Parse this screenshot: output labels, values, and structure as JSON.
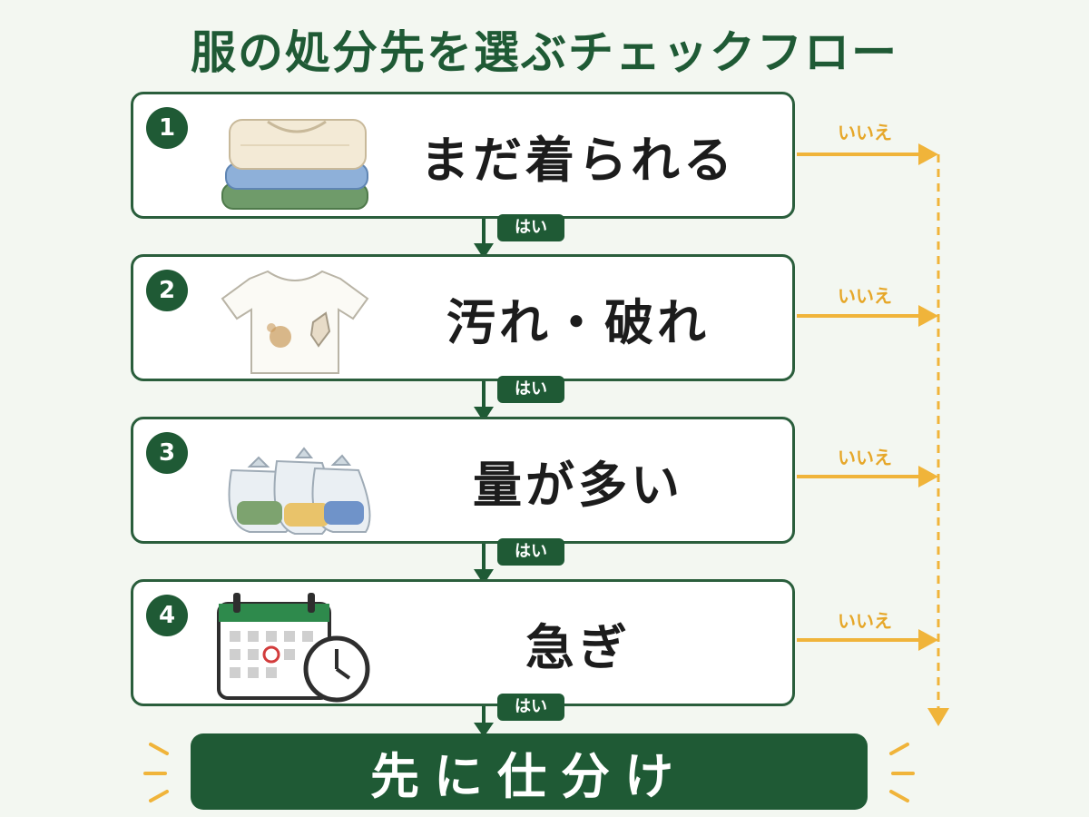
{
  "title": "服の処分先を選ぶチェックフロー",
  "steps": [
    {
      "number": "1",
      "label": "まだ着られる",
      "icon": "folded-clothes-icon"
    },
    {
      "number": "2",
      "label": "汚れ・破れ",
      "icon": "stained-tshirt-icon"
    },
    {
      "number": "3",
      "label": "量が多い",
      "icon": "clothing-bags-icon"
    },
    {
      "number": "4",
      "label": "急ぎ",
      "icon": "calendar-clock-icon"
    }
  ],
  "yes_label": "はい",
  "no_label": "いいえ",
  "result": "先に仕分け",
  "colors": {
    "primary_green": "#1f5a35",
    "no_arrow_yellow": "#e6a729",
    "background": "#f3f7f1"
  }
}
